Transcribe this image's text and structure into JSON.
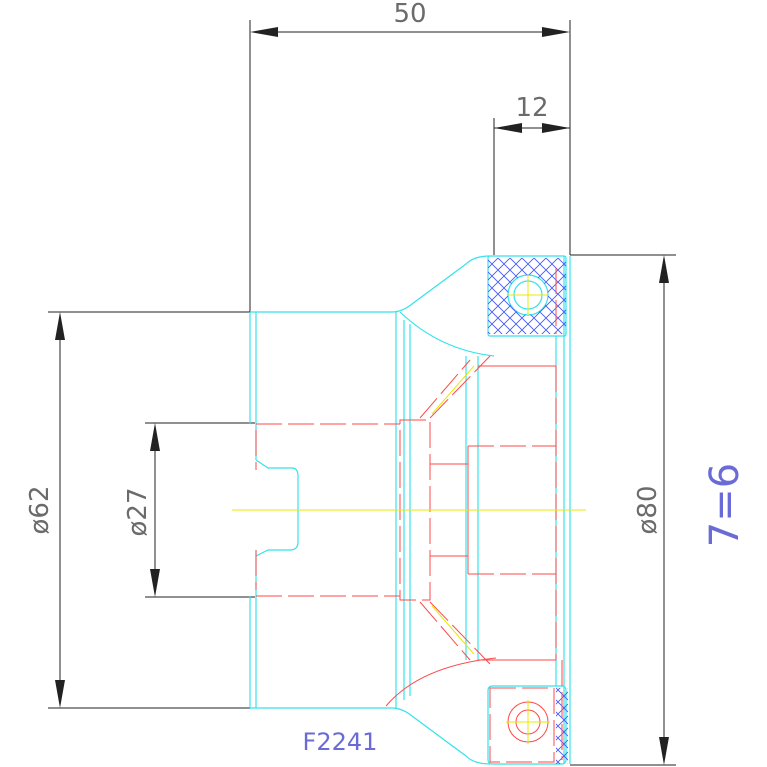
{
  "drawing": {
    "dim_top_width": "50",
    "dim_top_small": "12",
    "dim_left_outer": "ø62",
    "dim_left_inner": "ø27",
    "dim_right": "ø80",
    "part_label": "F2241",
    "side_note": "7=6"
  },
  "colors": {
    "outline": "#36e2ec",
    "hidden": "#ff4a4a",
    "center": "#e8e800",
    "dimension": "#222222",
    "label": "#6b6bd8",
    "hatch_blue": "#3f52ff"
  }
}
